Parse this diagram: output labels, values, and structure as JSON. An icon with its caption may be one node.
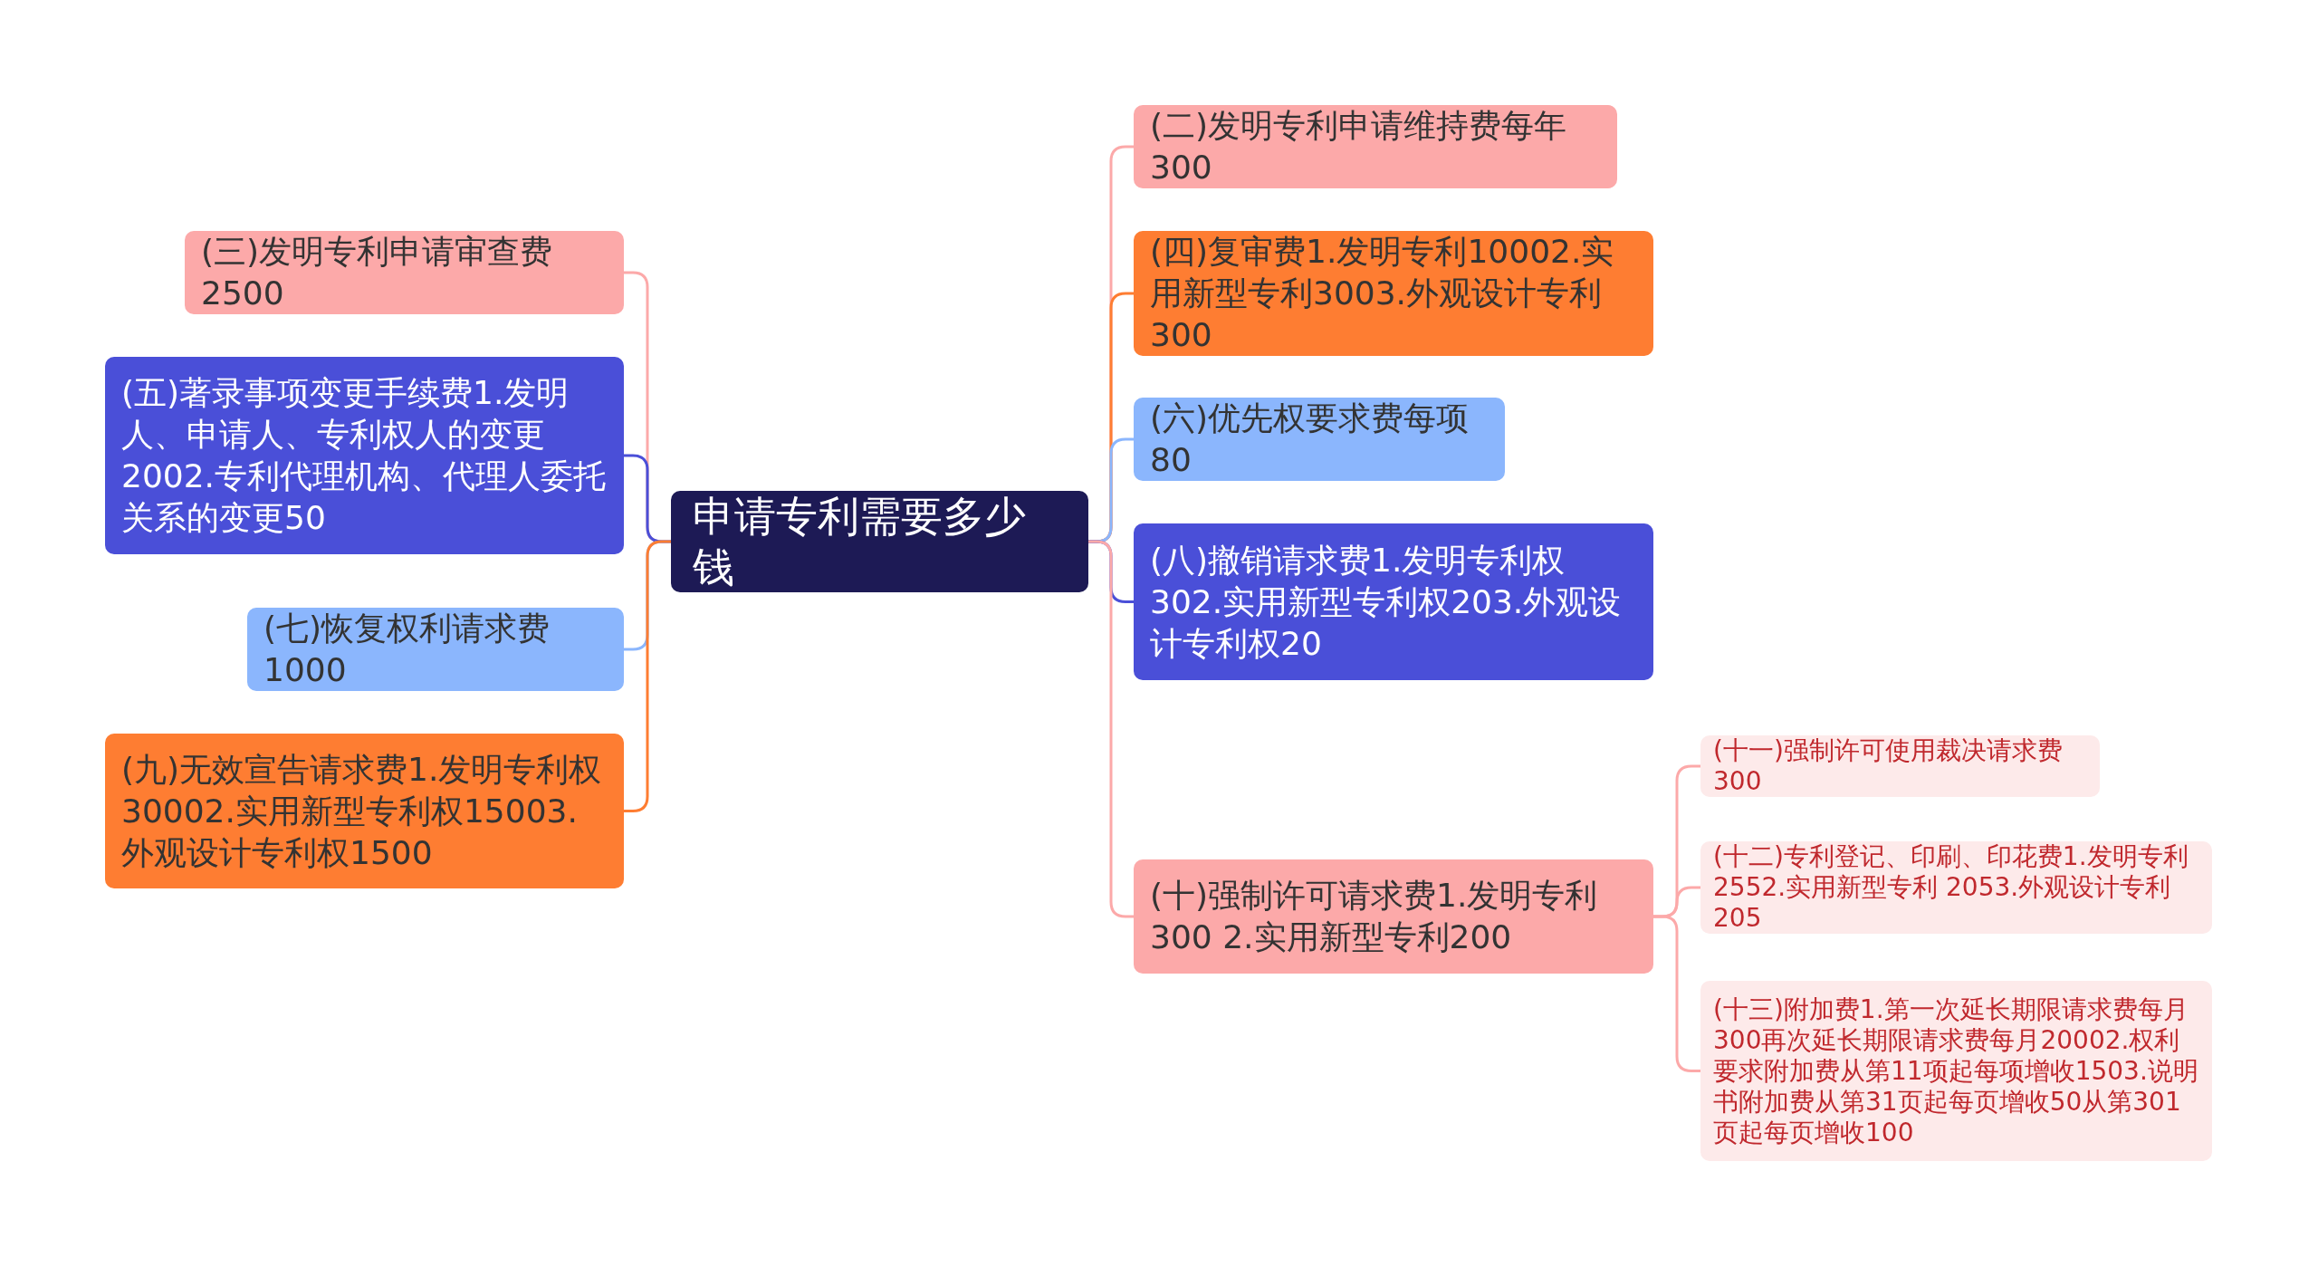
{
  "diagram": {
    "nodes": [
      {
        "text": [
          "申请专利需要多少钱"
        ]
      },
      {
        "text": [
          "(二)发明专利申请维持费每年300"
        ]
      },
      {
        "text": [
          "(三)发明专利申请审查费2500"
        ]
      },
      {
        "text": [
          "(四)复审费1.发明专利10002.实用新型专利3003.外观设计专利300"
        ]
      },
      {
        "text": [
          "(五)著录事项变更手续费1.发明人、申请人、专利权人的变更 2002.专利代理机构、代理人委托关系的变更50"
        ]
      },
      {
        "text": [
          "(六)优先权要求费每项80"
        ]
      },
      {
        "text": [
          "(七)恢复权利请求费1000"
        ]
      },
      {
        "text": [
          "(八)撤销请求费1.发明专利权302.实用新型专利权203.外观设计专利权20"
        ]
      },
      {
        "text": [
          "(九)无效宣告请求费1.发明专利权30002.实用新型专利权15003.外观设计专利权1500"
        ]
      },
      {
        "text": [
          "(十)强制许可请求费1.发明专利300 2.实用新型专利200"
        ]
      },
      {
        "text": [
          "(十一)强制许可使用裁决请求费300"
        ]
      },
      {
        "text": [
          "(十二)专利登记、印刷、印花费1.发明专利 2552.实用新型专利 2053.外观设计专利205"
        ]
      },
      {
        "text": [
          "(十三)附加费1.第一次延长期限请求费每月300再次延长期限请求费每月20002.权利要求附加费从第11项起每项增收1503.说明书附加费从第31页起每页增收50从第301页起每页增收100"
        ]
      }
    ],
    "edges": [
      {
        "from": 0,
        "to": 1,
        "arrow": "none",
        "color": "#fca9a9"
      },
      {
        "from": 0,
        "to": 2,
        "arrow": "none",
        "color": "#fca9a9"
      },
      {
        "from": 0,
        "to": 3,
        "arrow": "none",
        "color": "#fe7d32"
      },
      {
        "from": 0,
        "to": 4,
        "arrow": "none",
        "color": "#4a4fd8"
      },
      {
        "from": 0,
        "to": 5,
        "arrow": "none",
        "color": "#8bb6fd"
      },
      {
        "from": 0,
        "to": 6,
        "arrow": "none",
        "color": "#8bb6fd"
      },
      {
        "from": 0,
        "to": 7,
        "arrow": "none",
        "color": "#4a4fd8"
      },
      {
        "from": 0,
        "to": 8,
        "arrow": "none",
        "color": "#fe7d32"
      },
      {
        "from": 0,
        "to": 9,
        "arrow": "none",
        "color": "#fca9a9"
      },
      {
        "from": 9,
        "to": 10,
        "arrow": "none",
        "color": "#fca9a9"
      },
      {
        "from": 9,
        "to": 11,
        "arrow": "none",
        "color": "#fca9a9"
      },
      {
        "from": 9,
        "to": 12,
        "arrow": "none",
        "color": "#fca9a9"
      }
    ]
  }
}
